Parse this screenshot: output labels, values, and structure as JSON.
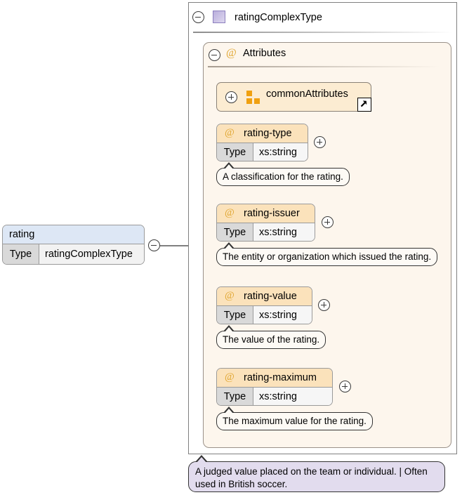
{
  "element": {
    "name": "rating",
    "type_label": "Type",
    "type_value": "ratingComplexType",
    "toggle_icon": "minus-circle-icon"
  },
  "complex_type": {
    "title": "ratingComplexType",
    "icon": "complextype-square-icon",
    "toggle_icon": "minus-circle-icon"
  },
  "attributes_panel": {
    "title": "Attributes",
    "at_symbol": "@",
    "toggle_icon": "minus-circle-icon"
  },
  "group_ref": {
    "name": "commonAttributes",
    "toggle_icon": "plus-circle-icon",
    "group_icon": "group-squares-icon",
    "nav_icon": "external-link-arrow-icon"
  },
  "attributes": [
    {
      "name": "rating-type",
      "at_symbol": "@",
      "type_label": "Type",
      "type_value": "xs:string",
      "toggle_icon": "plus-circle-icon",
      "annotation": "A classification for the rating."
    },
    {
      "name": "rating-issuer",
      "at_symbol": "@",
      "type_label": "Type",
      "type_value": "xs:string",
      "toggle_icon": "plus-circle-icon",
      "annotation": "The entity or organization which issued the rating."
    },
    {
      "name": "rating-value",
      "at_symbol": "@",
      "type_label": "Type",
      "type_value": "xs:string",
      "toggle_icon": "plus-circle-icon",
      "annotation": "The value of the rating."
    },
    {
      "name": "rating-maximum",
      "at_symbol": "@",
      "type_label": "Type",
      "type_value": "xs:string",
      "toggle_icon": "plus-circle-icon",
      "annotation": "The maximum value for the rating."
    }
  ],
  "documentation": {
    "text": "A judged value placed on the team or individual. | Often used in British soccer."
  },
  "colors": {
    "element_header": "#dde7f5",
    "attribute_header": "#fbe2bb",
    "attributes_panel_bg": "#fdf6ed",
    "group_bg": "#fcecd2",
    "group_icon": "#f0a010",
    "at_symbol": "#e0a52e",
    "complextype_icon_border": "#8c7fbe",
    "documentation_bg": "#e2dcee"
  }
}
